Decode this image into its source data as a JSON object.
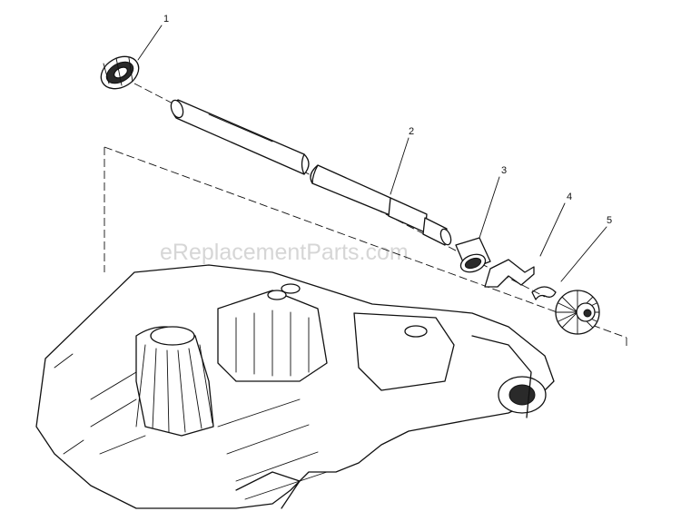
{
  "diagram": {
    "watermark": "eReplacementParts.com",
    "callouts": [
      {
        "number": "1"
      },
      {
        "number": "2"
      },
      {
        "number": "3"
      },
      {
        "number": "4"
      },
      {
        "number": "5"
      }
    ]
  }
}
